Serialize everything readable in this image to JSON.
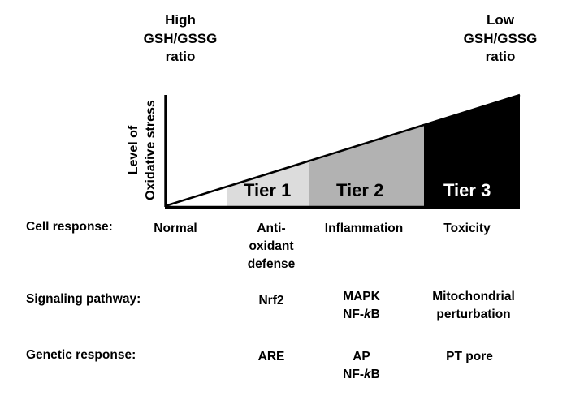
{
  "header": {
    "left_ratio": "High\nGSH/GSSG\nratio",
    "right_ratio": "Low\nGSH/GSSG\nratio"
  },
  "axis": {
    "y_label": "Level of\nOxidative stress"
  },
  "chart_data": {
    "type": "bar",
    "title": "",
    "xlabel": "",
    "ylabel": "Level of Oxidative stress",
    "categories": [
      "Normal",
      "Tier 1",
      "Tier 2",
      "Tier 3"
    ],
    "series": [
      {
        "name": "Oxidative stress",
        "values": [
          0,
          0.18,
          0.52,
          0.73
        ]
      }
    ],
    "annotations": {
      "left_end": "High GSH/GSSG ratio",
      "right_end": "Low GSH/GSSG ratio"
    },
    "tiers": [
      {
        "label": "Tier 1",
        "fill": "#dcdcdc",
        "text_color": "#000000",
        "x_start": 280,
        "x_end": 380
      },
      {
        "label": "Tier 2",
        "fill": "#b2b2b2",
        "text_color": "#000000",
        "x_start": 380,
        "x_end": 522
      },
      {
        "label": "Tier 3",
        "fill": "#000000",
        "text_color": "#ffffff",
        "x_start": 522,
        "x_end": 640
      }
    ],
    "grid": false,
    "legend": "none"
  },
  "colors": {
    "tier1_fill": "#dcdcdc",
    "tier2_fill": "#b2b2b2",
    "tier3_fill": "#000000",
    "stroke": "#000000",
    "background": "#ffffff"
  },
  "table": {
    "rows": [
      {
        "title": "Cell response:",
        "cells": [
          "Normal",
          "Anti-\noxidant\ndefense",
          "Inflammation",
          "Toxicity"
        ]
      },
      {
        "title": "Signaling pathway:",
        "cells": [
          "",
          "Nrf2",
          "MAPK\nNF-kB",
          "Mitochondrial\nperturbation"
        ]
      },
      {
        "title": "Genetic response:",
        "cells": [
          "",
          "ARE",
          "AP\nNF-kB",
          "PT pore"
        ]
      }
    ]
  },
  "tier_labels": [
    "Tier 1",
    "Tier 2",
    "Tier 3"
  ]
}
